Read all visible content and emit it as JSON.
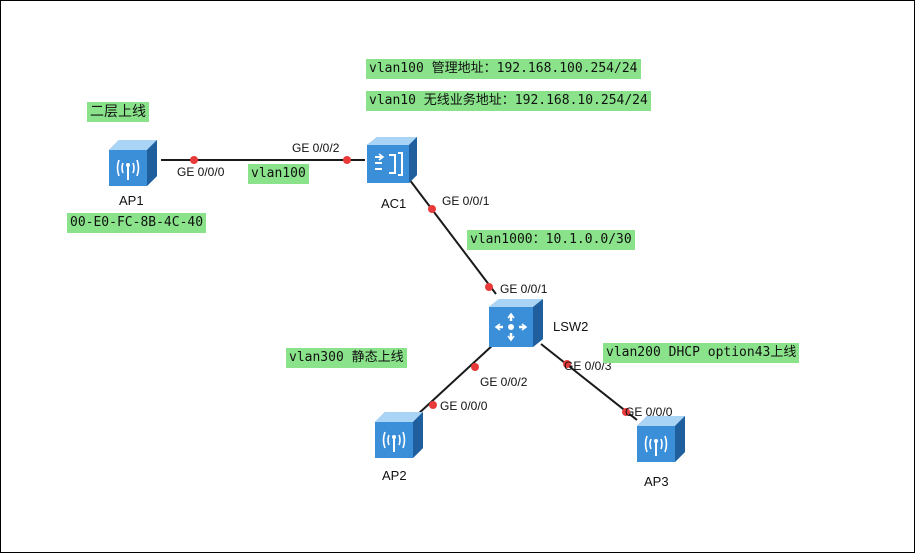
{
  "colors": {
    "highlight": "#8ae38a",
    "link": "#1a1a1a",
    "port_dot": "#e83a3a",
    "device_blue": "#3b8fd9"
  },
  "devices": {
    "ap1": {
      "name": "AP1",
      "icon": "access-point-icon"
    },
    "ap2": {
      "name": "AP2",
      "icon": "access-point-icon"
    },
    "ap3": {
      "name": "AP3",
      "icon": "access-point-icon"
    },
    "ac1": {
      "name": "AC1",
      "icon": "access-controller-icon"
    },
    "lsw2": {
      "name": "LSW2",
      "icon": "layer3-switch-icon"
    }
  },
  "ports": {
    "ap1_ge000": "GE 0/0/0",
    "ac1_ge002": "GE 0/0/2",
    "ac1_ge001": "GE 0/0/1",
    "lsw2_ge001": "GE 0/0/1",
    "lsw2_ge002": "GE 0/0/2",
    "lsw2_ge003": "GE 0/0/3",
    "ap2_ge000": "GE 0/0/0",
    "ap3_ge000": "GE 0/0/0"
  },
  "notes": {
    "vlan100_mgmt": "vlan100 管理地址：192.168.100.254/24",
    "vlan10_wireless": "vlan10 无线业务地址：192.168.10.254/24",
    "ap1_layer2": "二层上线",
    "ap1_vlan": "vlan100",
    "ap1_mac": "00-E0-FC-8B-4C-40",
    "vlan1000": "vlan1000：10.1.0.0/30",
    "vlan300_static": "vlan300 静态上线",
    "vlan200_dhcp": "vlan200 DHCP option43上线"
  }
}
